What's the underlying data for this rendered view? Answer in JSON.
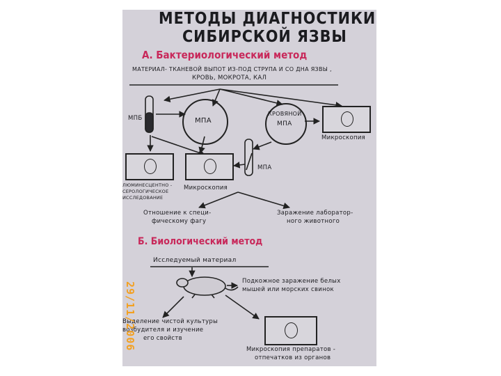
{
  "poster": {
    "title_line1": "МЕТОДЫ ДИАГНОСТИКИ",
    "title_line2": "СИБИРСКОЙ ЯЗВЫ",
    "section_a": {
      "heading": "А. Бактериологический метод",
      "material_line1": "МАТЕРИАЛ- ТКАНЕВОЙ ВЫПОТ ИЗ-ПОД СТРУПА И СО ДНА ЯЗВЫ ,",
      "material_line2": "КРОВЬ, МОКРОТА, КАЛ",
      "mpb_label": "МПБ",
      "mpa_label": "МПА",
      "blood_mpa_line1": "КРОВЯНОЙ",
      "blood_mpa_line2": "МПА",
      "microscopy_right": "Микроскопия",
      "mpa_tube_label": "МПА",
      "lum_line1": "ЛЮМИНЕСЦЕНТНО -",
      "lum_line2": "СЕРОЛОГИЧЕСКОЕ",
      "lum_line3": "ИССЛЕДОВАНИЕ",
      "microscopy_center": "Микроскопия",
      "phage_line1": "Отношение к специ-",
      "phage_line2": "фическому фагу",
      "animal_line1": "Заражение лаборатор-",
      "animal_line2": "ного животного"
    },
    "section_b": {
      "heading": "Б. Биологический метод",
      "material": "Исследуемый материал",
      "infection_line1": "Подкожное заражение белых",
      "infection_line2": "мышей или морских свинок",
      "culture_line1": "Выделение чистой культуры",
      "culture_line2": "возбудителя и изучение",
      "culture_line3": "его свойств",
      "micro_line1": "Микроскопия препаратов -",
      "micro_line2": "отпечатков из органов"
    }
  },
  "date_stamp": "29/11/2006",
  "colors": {
    "background": "#ffffff",
    "poster": "#d4d1d9",
    "ink": "#1b1b1f",
    "heading_red": "#c8285a",
    "stamp": "#f3a020"
  }
}
